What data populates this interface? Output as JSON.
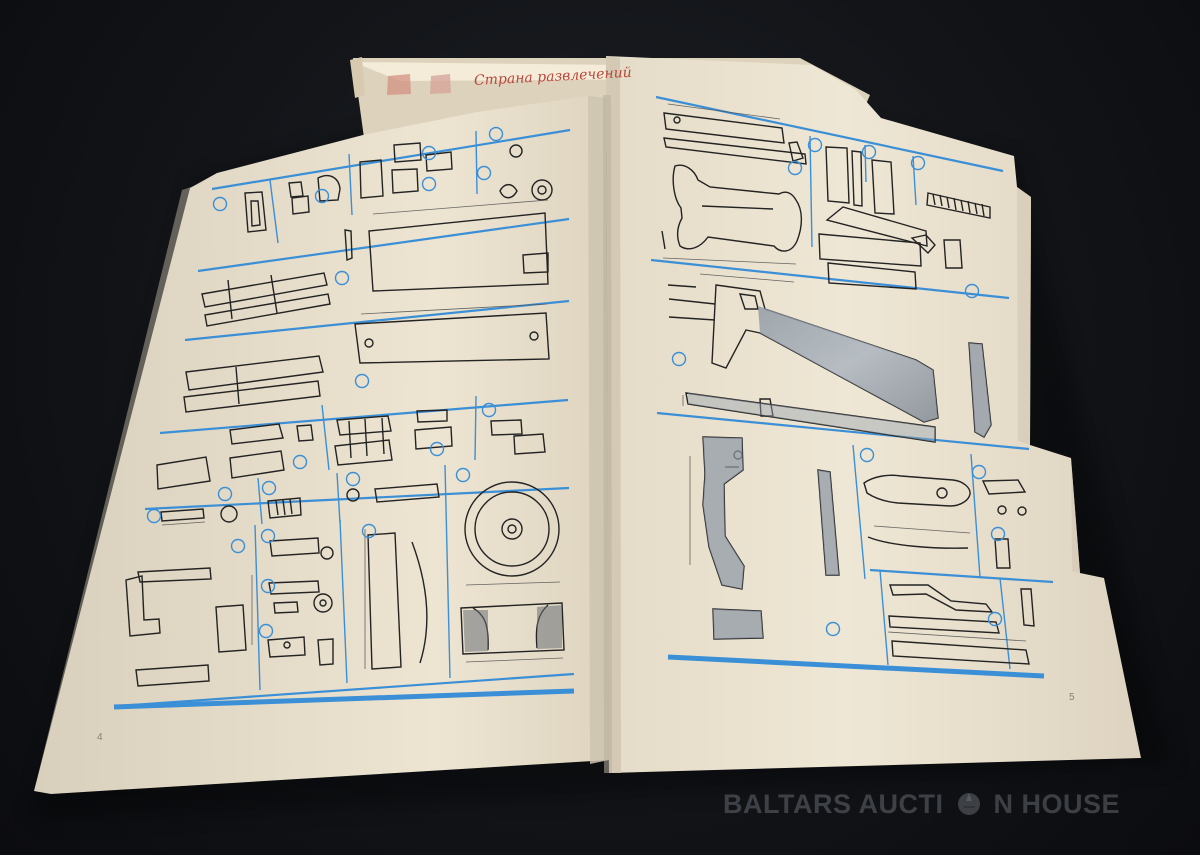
{
  "photo": {
    "cover_heading": "Страна развлечений",
    "left_page_number": "4",
    "right_page_number": "5",
    "watermark": {
      "part_1": "BALTARS AUCTI",
      "part_2": "N HOUSE",
      "mark_icon": "auction-bell-mark-icon"
    }
  },
  "colors": {
    "background": "#121418",
    "paper": "#ece4d1",
    "ink": "#202020",
    "blue_rule": "#3b8fd6",
    "cover_red": "#b9473b"
  }
}
